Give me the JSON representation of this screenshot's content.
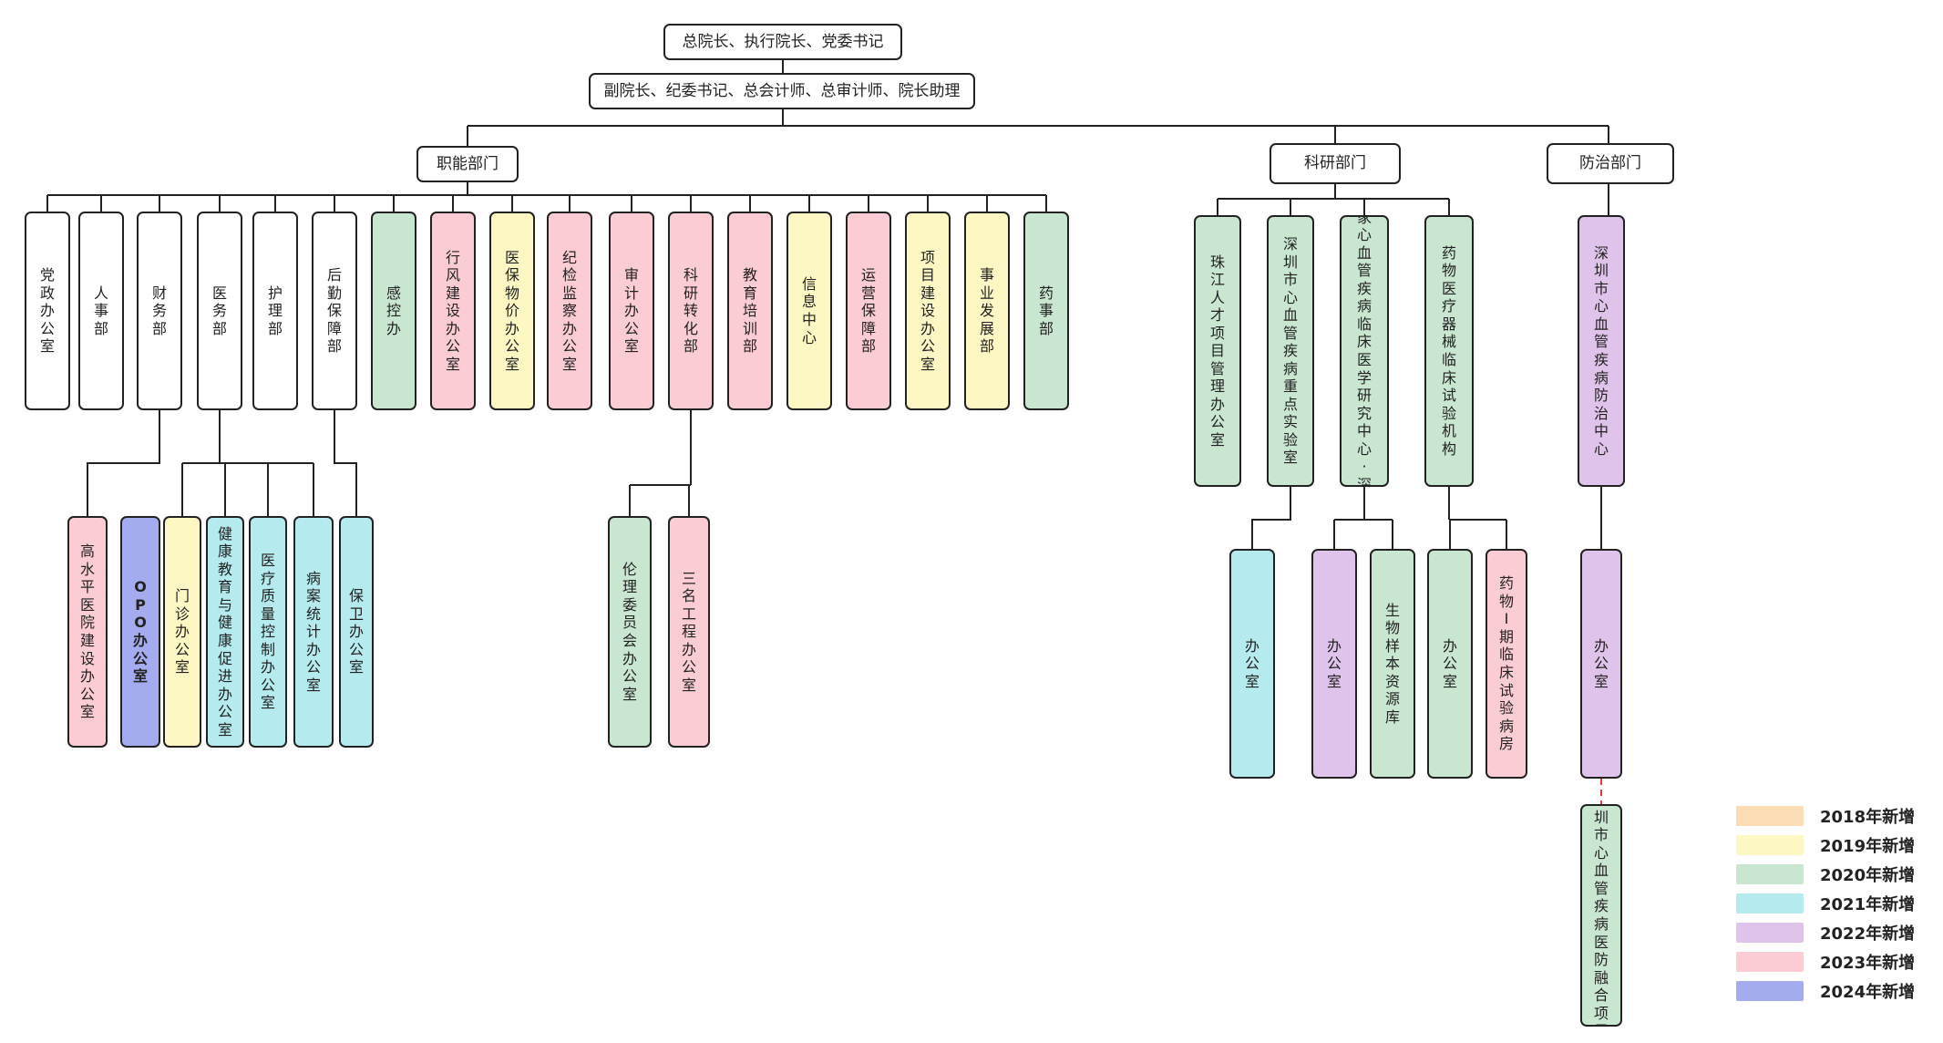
{
  "colors": {
    "white": "#ffffff",
    "y2018": "#fcdcb4",
    "y2019": "#fdf7c3",
    "y2020": "#c9e6d1",
    "y2021": "#b5eaef",
    "y2022": "#e0c3ea",
    "y2023": "#fcccd4",
    "y2024": "#a5abef"
  },
  "legend": [
    {
      "label": "2018年新增",
      "color": "#fcdcb4"
    },
    {
      "label": "2019年新增",
      "color": "#fdf7c3"
    },
    {
      "label": "2020年新增",
      "color": "#c9e6d1"
    },
    {
      "label": "2021年新增",
      "color": "#b5eaef"
    },
    {
      "label": "2022年新增",
      "color": "#e0c3ea"
    },
    {
      "label": "2023年新增",
      "color": "#fcccd4"
    },
    {
      "label": "2024年新增",
      "color": "#a5abef"
    }
  ],
  "nodes": {
    "top": "总院长、执行院长、党委书记",
    "deputy": "副院长、纪委书记、总会计师、总审计师、院长助理",
    "func_dept": "职能部门",
    "research_dept": "科研部门",
    "prevention_dept": "防治部门",
    "functional": [
      {
        "label": "党政办公室",
        "color": "white"
      },
      {
        "label": "人事部",
        "color": "white"
      },
      {
        "label": "财务部",
        "color": "white"
      },
      {
        "label": "医务部",
        "color": "white"
      },
      {
        "label": "护理部",
        "color": "white"
      },
      {
        "label": "后勤保障部",
        "color": "white"
      },
      {
        "label": "感控办",
        "color": "y2020"
      },
      {
        "label": "行风建设办公室",
        "color": "y2023"
      },
      {
        "label": "医保物价办公室",
        "color": "y2019"
      },
      {
        "label": "纪检监察办公室",
        "color": "y2023"
      },
      {
        "label": "审计办公室",
        "color": "y2023"
      },
      {
        "label": "科研转化部",
        "color": "y2023"
      },
      {
        "label": "教育培训部",
        "color": "y2023"
      },
      {
        "label": "信息中心",
        "color": "y2019"
      },
      {
        "label": "运营保障部",
        "color": "y2023"
      },
      {
        "label": "项目建设办公室",
        "color": "y2019"
      },
      {
        "label": "事业发展部",
        "color": "y2019"
      },
      {
        "label": "药事部",
        "color": "y2020"
      }
    ],
    "finance_sub": [
      {
        "label": "高水平医院建设办公室",
        "color": "y2023"
      }
    ],
    "medical_sub": [
      {
        "label": "OPO办公室",
        "color": "y2024"
      },
      {
        "label": "门诊办公室",
        "color": "y2019"
      },
      {
        "label": "健康教育与健康促进办公室",
        "color": "y2021"
      },
      {
        "label": "医疗质量控制办公室",
        "color": "y2021"
      },
      {
        "label": "病案统计办公室",
        "color": "y2021"
      }
    ],
    "logistics_sub": [
      {
        "label": "保卫办公室",
        "color": "y2021"
      }
    ],
    "research_transfer_sub": [
      {
        "label": "伦理委员会办公室",
        "color": "y2020"
      },
      {
        "label": "三名工程办公室",
        "color": "y2023"
      }
    ],
    "research": [
      {
        "label": "珠江人才项目管理办公室",
        "color": "y2020"
      },
      {
        "label": "深圳市心血管疾病重点实验室",
        "color": "y2020"
      },
      {
        "label": "国家心血管疾病临床医学研究中心·深圳",
        "color": "y2020"
      },
      {
        "label": "药物医疗器械临床试验机构",
        "color": "y2020"
      }
    ],
    "research_sub": [
      {
        "label": "办公室",
        "color": "y2021"
      },
      {
        "label": "办公室",
        "color": "y2022"
      },
      {
        "label": "生物样本资源库",
        "color": "y2020"
      },
      {
        "label": "办公室",
        "color": "y2020"
      },
      {
        "label": "药物Ⅰ期临床试验病房",
        "color": "y2023"
      }
    ],
    "prevention": [
      {
        "label": "深圳市心血管疾病防治中心",
        "color": "y2022"
      }
    ],
    "prevention_sub": [
      {
        "label": "办公室",
        "color": "y2022"
      }
    ],
    "prevention_project": [
      {
        "label": "深圳市心血管疾病医防融合项目",
        "color": "y2020"
      }
    ]
  }
}
